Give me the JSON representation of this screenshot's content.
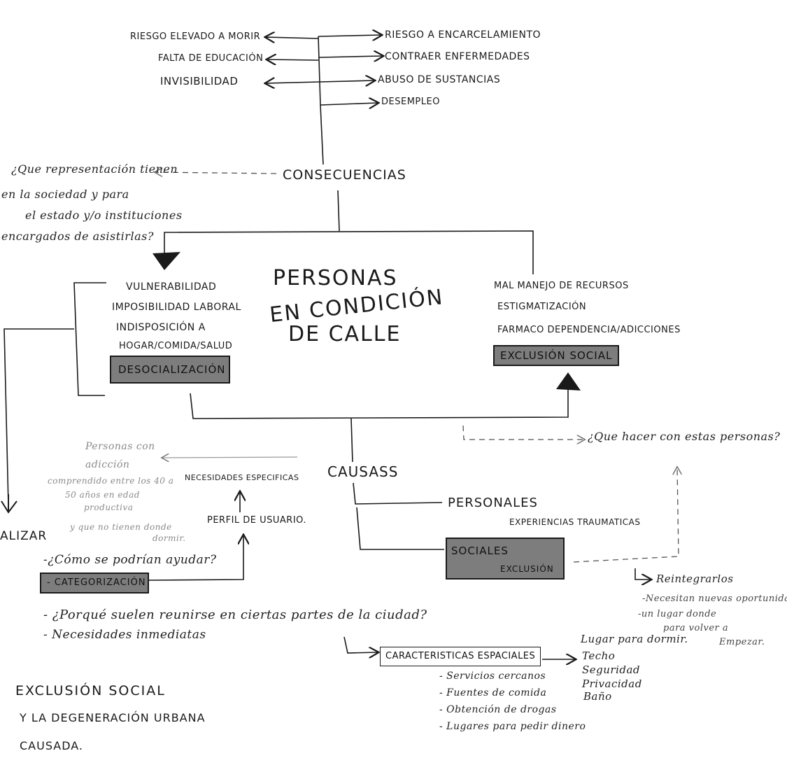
{
  "title": {
    "line1": "PERSONAS",
    "line2": "EN CONDICIÓN",
    "line3": "DE CALLE"
  },
  "consequences": {
    "label": "CONSECUENCIAS",
    "left": [
      "RIESGO ELEVADO A MORIR",
      "FALTA DE EDUCACIÓN",
      "INVISIBILIDAD"
    ],
    "right": [
      "RIESGO A ENCARCELAMIENTO",
      "CONTRAER ENFERMEDADES",
      "ABUSO DE SUSTANCIAS",
      "DESEMPLEO"
    ],
    "question": [
      "¿Que representación tienen",
      "en la sociedad y para",
      "el estado y/o instituciones",
      "encargados de asistirlas?"
    ]
  },
  "left_cluster": {
    "items": [
      "VULNERABILIDAD",
      "IMPOSIBILIDAD LABORAL",
      "INDISPOSICIÓN A",
      "HOGAR/COMIDA/SALUD"
    ],
    "highlight": "DESOCIALIZACIÓN"
  },
  "right_cluster": {
    "items": [
      "MAL MANEJO DE RECURSOS",
      "ESTIGMATIZACIÓN",
      "FARMACO DEPENDENCIA/ADICCIONES"
    ],
    "highlight": "EXCLUSIÓN SOCIAL"
  },
  "right_question": "¿Que hacer con estas personas?",
  "causes": {
    "label": "CAUSASS",
    "personales": "PERSONALES",
    "experiencias": "EXPERIENCIAS TRAUMATICAS",
    "sociales": "SOCIALES",
    "exclusion": "EXCLUSIÓN"
  },
  "reintegration": {
    "title": "Reintegrarlos",
    "lines": [
      "-Necesitan nuevas oportunidades",
      "-un lugar donde",
      "para volver a",
      "Empezar."
    ]
  },
  "needs": {
    "specific": "NECESIDADES ESPECIFICAS",
    "profile": "PERFIL DE USUARIO.",
    "faint": [
      "Personas con",
      "adicción",
      "comprendido entre los 40 a",
      "50 años en edad",
      "productiva",
      "y que no tienen donde",
      "dormir."
    ]
  },
  "analyze": {
    "label": "ALIZAR",
    "q1": "-¿Cómo se podrían ayudar?",
    "highlight": "- CATEGORIZACIÓN",
    "q2": "- ¿Porqué suelen reunirse en ciertas partes de la ciudad?",
    "q3": "- Necesidades inmediatas"
  },
  "spatial": {
    "label": "CARACTERISTICAS ESPACIALES",
    "items": [
      "- Servicios cercanos",
      "- Fuentes de comida",
      "- Obtención de drogas",
      "- Lugares para pedir dinero"
    ],
    "right": [
      "Lugar para dormir.",
      "Techo",
      "Seguridad",
      "Privacidad",
      "Baño"
    ]
  },
  "footer": {
    "lines": [
      "EXCLUSIÓN SOCIAL",
      "Y LA DEGENERACIÓN URBANA",
      "CAUSADA."
    ]
  },
  "colors": {
    "ink": "#1a1a1a",
    "highlight": "#7d7d7d",
    "faint": "#8a8a8a"
  }
}
